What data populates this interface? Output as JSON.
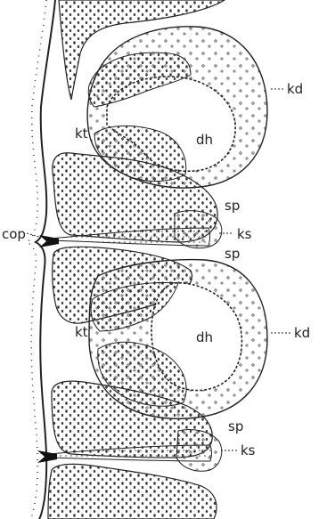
{
  "colors": {
    "ink": "#222222",
    "background": "#ffffff",
    "tissue": "#f4f4f4",
    "dense_tissue": "#e9e9e9"
  },
  "labels": {
    "kd_upper": "kd",
    "dh_upper": "dh",
    "kt_upper": "kt",
    "sp_1": "sp",
    "ks_upper": "ks",
    "sp_2": "sp",
    "cop": "cop",
    "kd_lower": "kd",
    "dh_lower": "dh",
    "kt_lower": "kt",
    "sp_3": "sp",
    "ks_lower": "ks"
  }
}
